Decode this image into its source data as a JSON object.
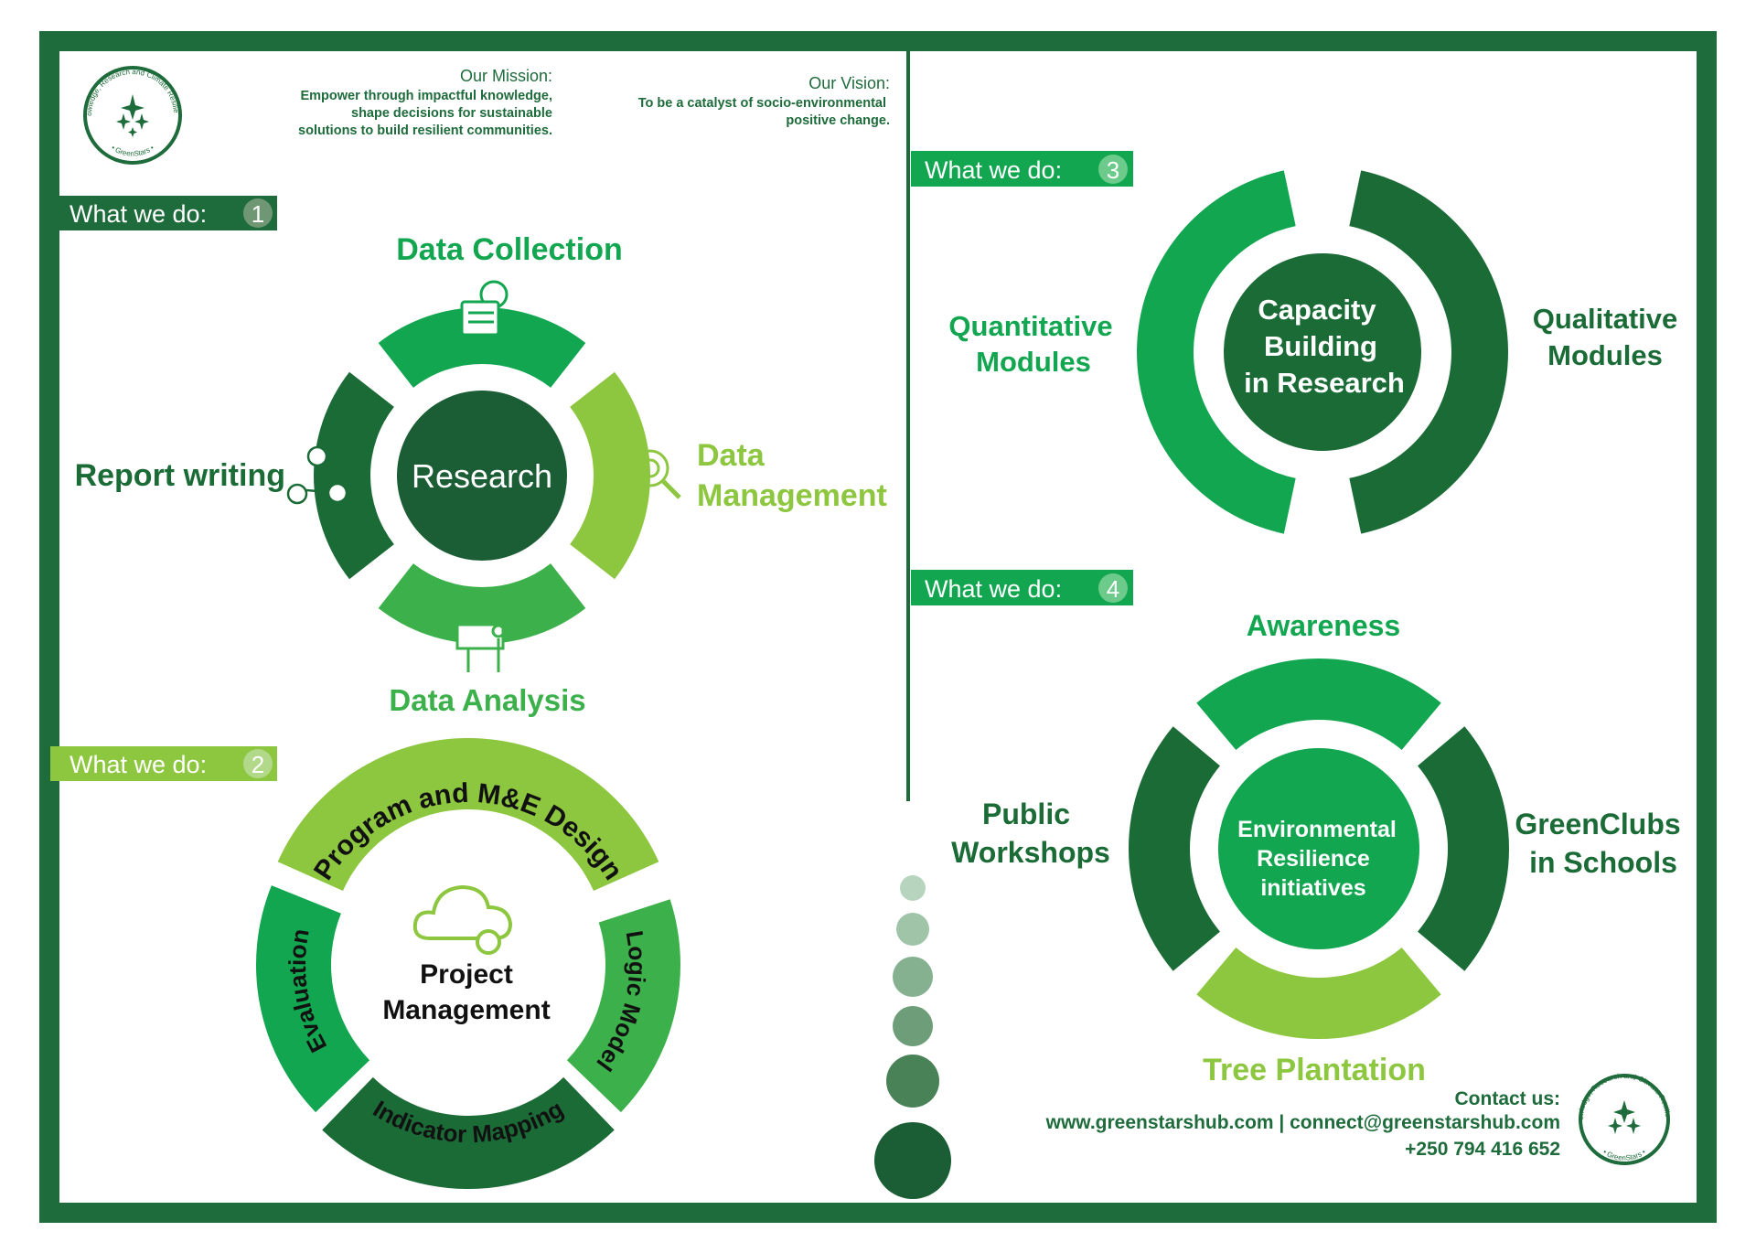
{
  "colors": {
    "dark": "#1b6b37",
    "deep": "#1b5e35",
    "mid": "#12a650",
    "green": "#3cb04a",
    "lime": "#8dc63f",
    "frame": "#1e6b3b"
  },
  "logo": {
    "ring_text": "Knowledge, Research and Climate Resilience",
    "brand": "• GreenStars •"
  },
  "mission": {
    "title": "Our Mission:",
    "lines": [
      "Empower through impactful knowledge,",
      "shape decisions for sustainable",
      "solutions to build resilient communities."
    ]
  },
  "vision": {
    "title": "Our Vision:",
    "lines": [
      "To be a catalyst of socio-environmental",
      "positive change."
    ]
  },
  "sections": [
    {
      "badge": "What we do:",
      "num": "1",
      "center": "Research",
      "labels": {
        "top": "Data Collection",
        "right": [
          "Data",
          "Management"
        ],
        "bottom": "Data Analysis",
        "left": "Report writing"
      }
    },
    {
      "badge": "What we do:",
      "num": "2",
      "center": [
        "Project",
        "Management"
      ],
      "segments": [
        "Program and M&E Design",
        "Logic Model",
        "Indicator Mapping",
        "Evaluation"
      ]
    },
    {
      "badge": "What we do:",
      "num": "3",
      "center": [
        "Capacity",
        "Building",
        "in Research"
      ],
      "left": [
        "Quantitative",
        "Modules"
      ],
      "right": [
        "Qualitative",
        "Modules"
      ]
    },
    {
      "badge": "What we do:",
      "num": "4",
      "center": [
        "Environmental",
        "Resilience",
        "initiatives"
      ],
      "top": "Awareness",
      "right": [
        "GreenClubs",
        "in Schools"
      ],
      "bottom": "Tree Plantation",
      "left": [
        "Public",
        "Workshops"
      ]
    }
  ],
  "contact": {
    "title": "Contact us:",
    "web_email": "www.greenstarshub.com | connect@greenstarshub.com",
    "phone": "+250 794 416 652"
  }
}
